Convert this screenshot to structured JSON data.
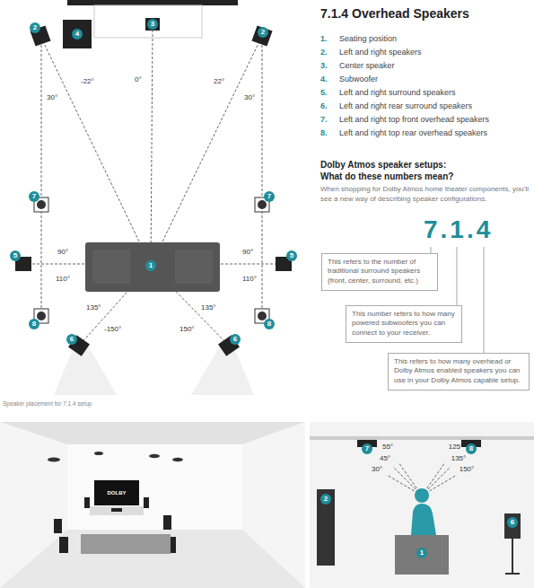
{
  "diagram": {
    "title": "7.1.4 Overhead Speakers",
    "caption": "Speaker placement for 7.1.4 setup",
    "nodes": [
      {
        "text": [
          "This refers to the number of traditional surround speakers (front, center, surround, etc.)"
        ]
      },
      {
        "text": [
          "This number refers to how many powered subwoofers you can connect to your receiver."
        ]
      },
      {
        "text": [
          "This refers to how many overhead or Dolby Atmos enabled speakers you can use in your Dolby Atmos capable setup."
        ]
      }
    ],
    "labels": [
      "1.",
      "Seating position",
      "2.",
      "Left and right speakers",
      "3.",
      "Center speaker",
      "4.",
      "Subwoofer",
      "5.",
      "Left and right surround speakers",
      "6.",
      "Left and right rear surround speakers",
      "7.",
      "Left and right top front overhead speakers",
      "8.",
      "Left and right top rear overhead speakers",
      "Dolby Atmos speaker setups:",
      "What do these numbers mean?",
      "When shopping for Dolby Atmos home theater components, you’ll see a new way of describing speaker configurations.",
      "7.1.4",
      "2",
      "4",
      "3",
      "2",
      "7",
      "7",
      "5",
      "1",
      "5",
      "8",
      "8",
      "6",
      "6",
      "-22°",
      "30°",
      "0°",
      "22°",
      "30°",
      "90°",
      "110°",
      "90°",
      "110°",
      "135°",
      "-150°",
      "135°",
      "150°",
      "DOLBY",
      "7",
      "8",
      "55°",
      "45°",
      "30°",
      "125°",
      "135°",
      "150°",
      "2",
      "1",
      "6"
    ]
  }
}
